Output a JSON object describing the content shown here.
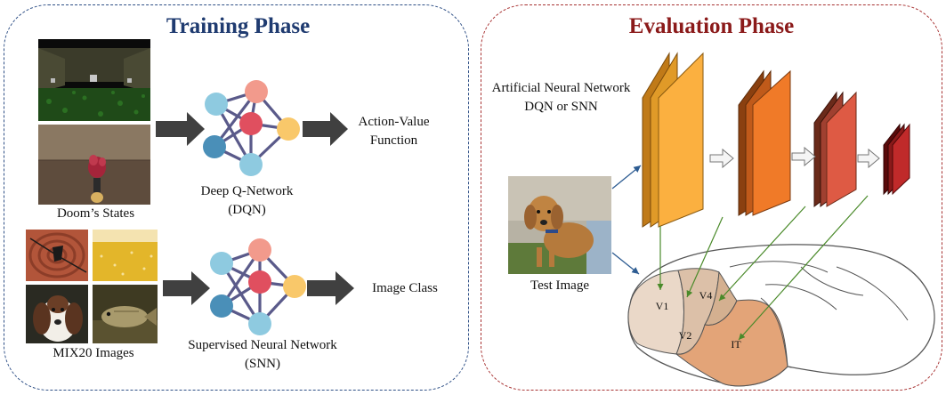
{
  "training": {
    "title": "Training Phase",
    "doom_label": "Doom’s States",
    "dqn_line1": "Deep Q-Network",
    "dqn_line2": "(DQN)",
    "output1_line1": "Action-Value",
    "output1_line2": "Function",
    "mix_label": "MIX20 Images",
    "snn_line1": "Supervised Neural Network",
    "snn_line2": "(SNN)",
    "output2": "Image Class"
  },
  "evaluation": {
    "title": "Evaluation Phase",
    "ann_line1": "Artificial Neural Network",
    "ann_line2": "DQN or SNN",
    "test_label": "Test Image",
    "regions": {
      "v1": "V1",
      "v2": "V2",
      "v4": "V4",
      "it": "IT"
    }
  },
  "colors": {
    "train_title": "#1f3b70",
    "eval_title": "#8b1a1a",
    "node_light_blue": "#8ecae0",
    "node_salmon": "#f29a8c",
    "node_red": "#e04f5f",
    "node_yellow": "#f9c86a",
    "node_dark_blue": "#4a8fb8",
    "edge": "#5a5a8a",
    "arrow": "#404040",
    "mapping_arrow": "#4a8a2a"
  }
}
